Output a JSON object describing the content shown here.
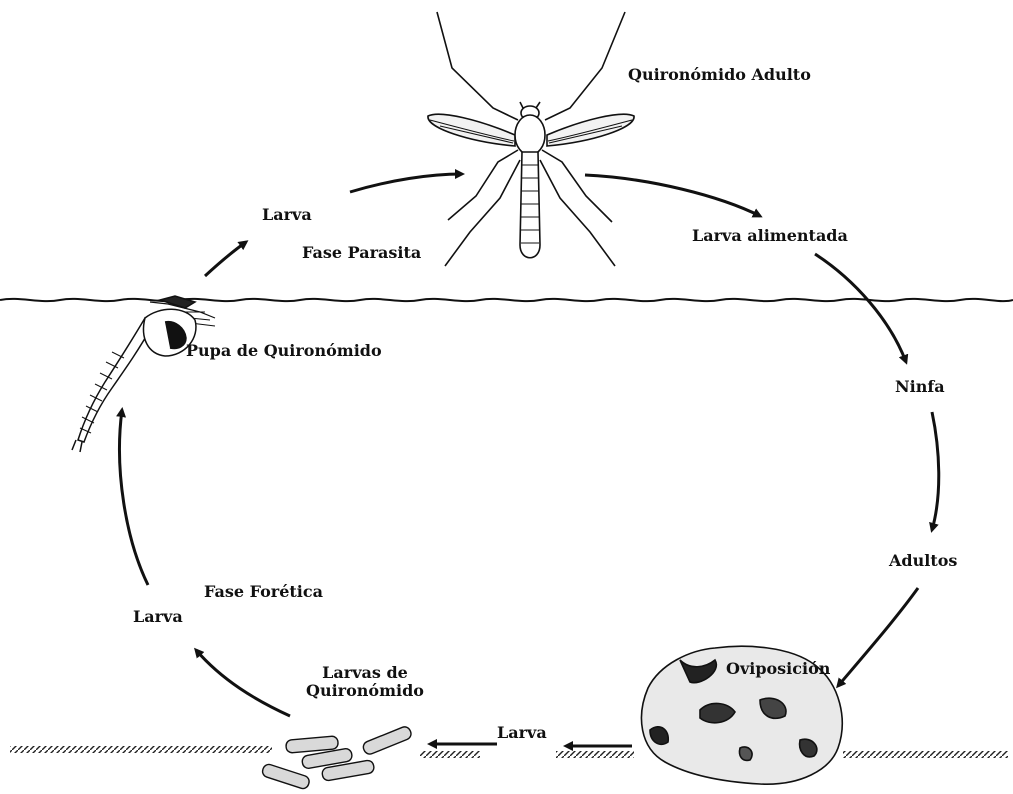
{
  "diagram": {
    "labels": {
      "adult": "Quironómido Adulto",
      "larva_top": "Larva",
      "parasitic_phase": "Fase Parasita",
      "fed_larva": "Larva alimentada",
      "pupa": "Pupa de Quironómido",
      "nymph": "Ninfa",
      "adults": "Adultos",
      "oviposition": "Oviposición",
      "phoretic_phase": "Fase Forética",
      "larva_left": "Larva",
      "larvae_line1": "Larvas de",
      "larvae_line2": "Quironómido",
      "larva_bottom": "Larva"
    },
    "colors": {
      "ink": "#111111",
      "background": "#ffffff"
    }
  }
}
